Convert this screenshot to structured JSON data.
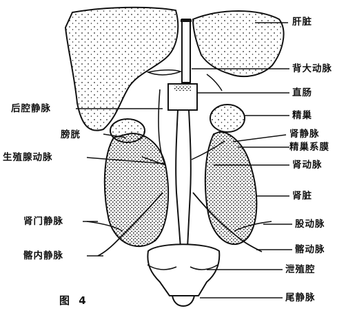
{
  "figure": {
    "caption": "图 4",
    "labels": {
      "liver": "肝脏",
      "dorsal_aorta": "背大动脉",
      "postcava": "后腔静脉",
      "rectum": "直肠",
      "testis": "精巢",
      "bladder": "膀胱",
      "renal_vein": "肾静脉",
      "mesorchium": "精巢系膜",
      "genital_artery": "生殖腺动脉",
      "renal_artery": "肾动脉",
      "kidney": "肾脏",
      "renal_portal_vein": "肾门静脉",
      "femoral_artery": "股动脉",
      "sciatic_artery": "髂动脉",
      "internal_iliac_vein": "髂内静脉",
      "cloaca": "泄殖腔",
      "caudal_vein": "尾静脉"
    }
  }
}
